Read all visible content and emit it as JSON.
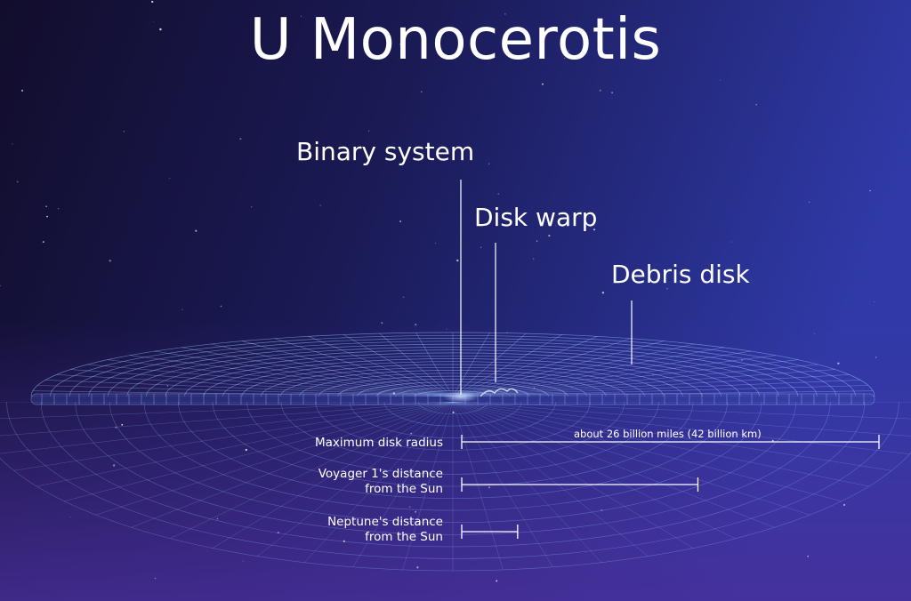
{
  "title": "U Monocerotis",
  "callouts": {
    "binary_system": "Binary system",
    "disk_warp": "Disk warp",
    "debris_disk": "Debris disk"
  },
  "scale_bars": [
    {
      "label_line1": "Maximum disk radius",
      "label_line2": "",
      "fraction": 1.0,
      "annotation": "about 26 billion miles (42 billion km)"
    },
    {
      "label_line1": "Voyager 1's distance",
      "label_line2": "from the Sun",
      "fraction": 0.566,
      "annotation": ""
    },
    {
      "label_line1": "Neptune's distance",
      "label_line2": "from the Sun",
      "fraction": 0.134,
      "annotation": ""
    }
  ],
  "colors": {
    "bg_top_left": "#120d2c",
    "bg_right": "#2f3aa8",
    "bg_bottom": "#4a2f9a",
    "grid": "#9fc8ff",
    "text": "#ffffff"
  }
}
